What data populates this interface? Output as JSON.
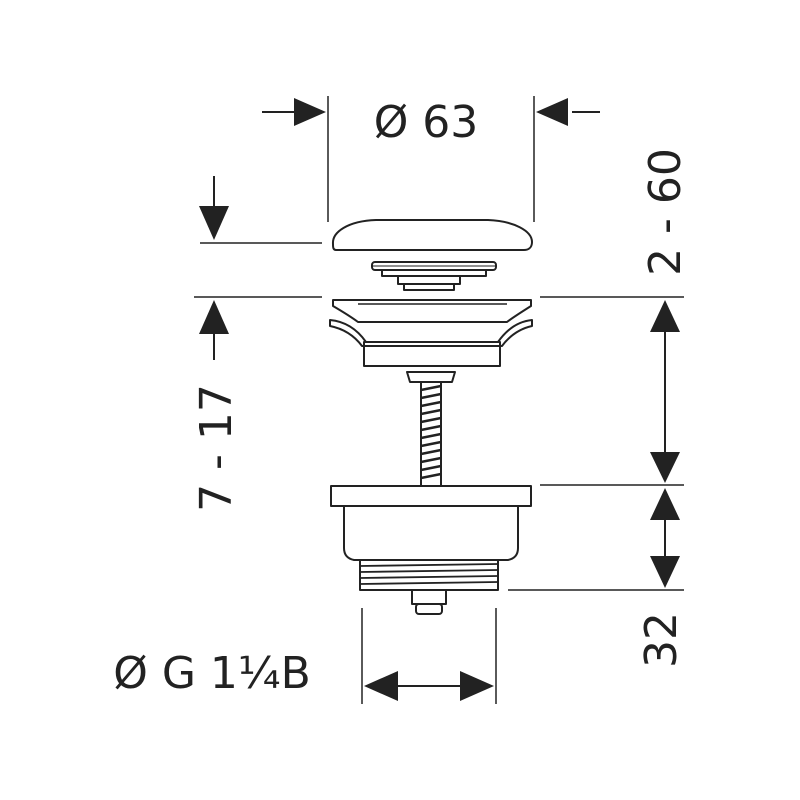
{
  "drawing": {
    "labels": {
      "top_diameter": "Ø 63",
      "adjustment_height": "2 - 60",
      "left_range": "7 - 17",
      "thread_length": "32",
      "thread_size": "Ø G 1¼B"
    },
    "colors": {
      "line": "#222222",
      "background": "#ffffff"
    }
  }
}
